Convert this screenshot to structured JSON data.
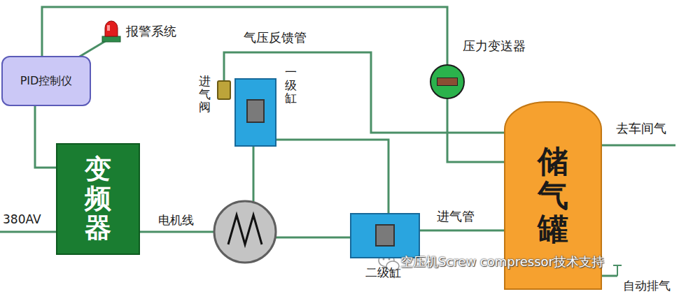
{
  "diagram": {
    "nodes": [
      {
        "text": [
          "PID控制仪"
        ]
      },
      {
        "text": [
          "变频器"
        ]
      },
      {
        "text": [
          "进气阀"
        ]
      },
      {
        "text": [
          "一级缸"
        ]
      },
      {
        "text": [
          "压力变送器"
        ]
      },
      {
        "text": [
          "二级缸"
        ]
      },
      {
        "text": [
          "储气罐"
        ]
      }
    ],
    "edges": [
      {
        "from": 0,
        "to": 1,
        "arrow": "none"
      },
      {
        "from": 0,
        "to": 4,
        "arrow": "none"
      },
      {
        "from": 4,
        "to": 6,
        "arrow": "none"
      },
      {
        "from": 6,
        "to": 2,
        "label": "气压反馈管",
        "arrow": "none"
      },
      {
        "from": 3,
        "to": 5,
        "arrow": "none"
      },
      {
        "from": 5,
        "to": 6,
        "label": "进气管",
        "arrow": "none"
      }
    ],
    "labels": [
      "报警系统",
      "380AV",
      "电机线",
      "去车间气",
      "自动排气",
      "空压机Screw compressor技术支持"
    ]
  }
}
